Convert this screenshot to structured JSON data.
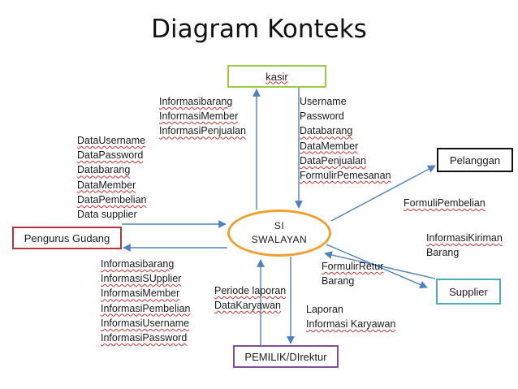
{
  "title": "Diagram Konteks",
  "entities": {
    "kasir": "kasir",
    "pelanggan": "Pelanggan",
    "pengurus_gudang": "Pengurus Gudang",
    "supplier": "Supplier",
    "pemilik": "PEMILIK/DIrektur"
  },
  "process": {
    "line1": "SI",
    "line2": "SWALAYAN"
  },
  "flows": {
    "process_to_kasir": [
      "Informasibarang",
      "InformasiMember",
      "InformasiPenjualan"
    ],
    "kasir_to_process": [
      "Username",
      "Password",
      "Databarang",
      "DataMember",
      "DataPenjualan",
      "FormulirPemesanan"
    ],
    "gudang_to_process": [
      "DataUsername",
      "DataPassword",
      "Databarang",
      "DataMember",
      "DataPembelian",
      "Data supplier"
    ],
    "process_to_gudang": [
      "Informasibarang",
      "InformasiSUpplier",
      "InformasiMember",
      "InformasiPembelian",
      "InformasiUsername",
      "InformasiPassword"
    ],
    "process_to_pelanggan": [
      "FormuliPembelian"
    ],
    "supplier_to_process": [
      "InformasiKiriman",
      "Barang"
    ],
    "process_to_supplier": [
      "FormulirRetur",
      "Barang"
    ],
    "pemilik_to_process": [
      "Periode laporan",
      "DataKaryawan"
    ],
    "process_to_pemilik": [
      "Laporan",
      "Informasi Karyawan"
    ]
  },
  "colors": {
    "kasir_border": "#9acd45",
    "pelanggan_border": "#111111",
    "gudang_border": "#b0383b",
    "supplier_border": "#4bacc6",
    "pemilik_border": "#7f4ea0",
    "process_border": "#f0a030",
    "arrow": "#4f81bd"
  }
}
